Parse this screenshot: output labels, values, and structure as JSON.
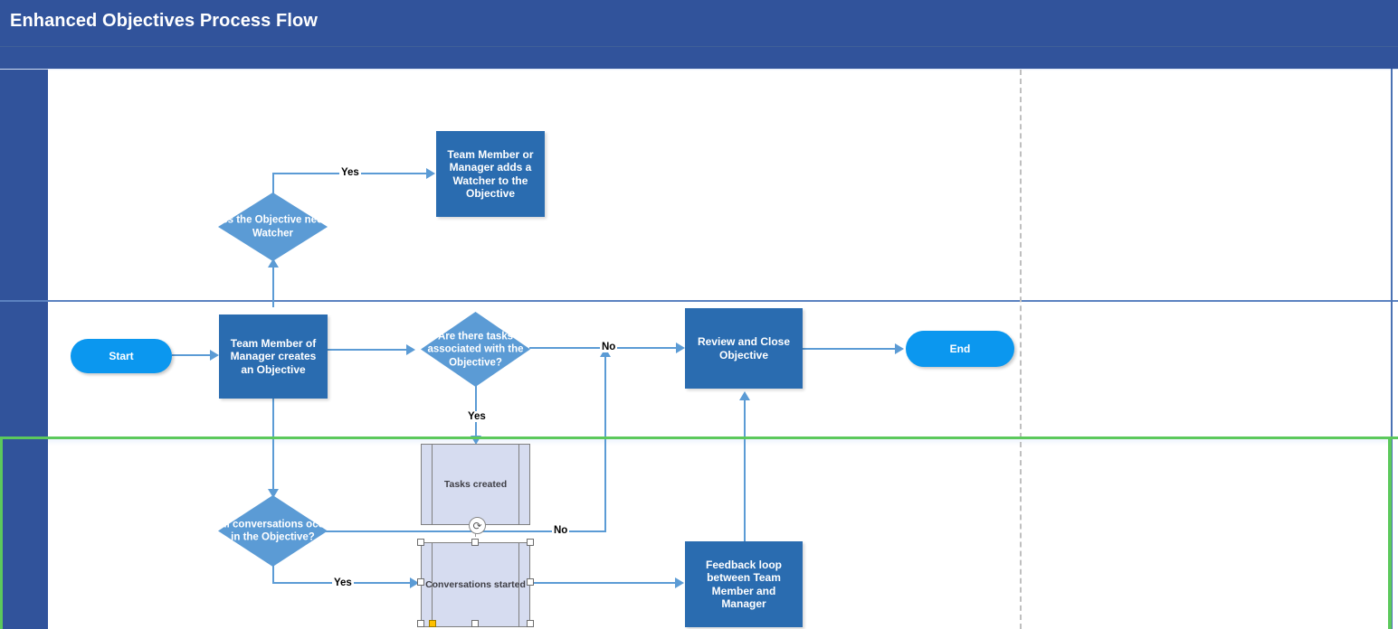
{
  "pool": {
    "title": "Enhanced Objectives Process Flow",
    "title_color": "#31539b",
    "lane_header_color": "#31539b",
    "selected_lane_color": "#5cc95c"
  },
  "palette": {
    "process_fill": "#2a6cb0",
    "decision_fill": "#5b9bd5",
    "terminator_fill": "#0b97ef",
    "connector": "#5b9bd5",
    "subprocess_fill": "#d6dcf0",
    "subprocess_stroke": "#7f7f7f"
  },
  "nodes": {
    "start": {
      "label": "Start",
      "type": "terminator"
    },
    "create_objective": {
      "label": "Team Member of Manager creates an Objective",
      "type": "process"
    },
    "watcher_decision": {
      "label": "Does the Objective need a Watcher",
      "type": "decision"
    },
    "add_watcher": {
      "label": "Team Member or Manager adds a Watcher to the Objective",
      "type": "process"
    },
    "tasks_decision": {
      "label": "Are there tasks associated with the Objective?",
      "type": "decision"
    },
    "tasks_created": {
      "label": "Tasks created",
      "type": "subprocess"
    },
    "conversations_decision": {
      "label": "Will conversations occur in the Objective?",
      "type": "decision"
    },
    "conversations_started": {
      "label": "Conversations started",
      "type": "subprocess",
      "selected": true
    },
    "feedback_loop": {
      "label": "Feedback loop between Team Member and Manager",
      "type": "process"
    },
    "review_close": {
      "label": "Review and Close Objective",
      "type": "process"
    },
    "end": {
      "label": "End",
      "type": "terminator"
    }
  },
  "edge_labels": {
    "watcher_yes": "Yes",
    "tasks_no": "No",
    "tasks_yes": "Yes",
    "conversations_no": "No",
    "conversations_yes": "Yes"
  }
}
